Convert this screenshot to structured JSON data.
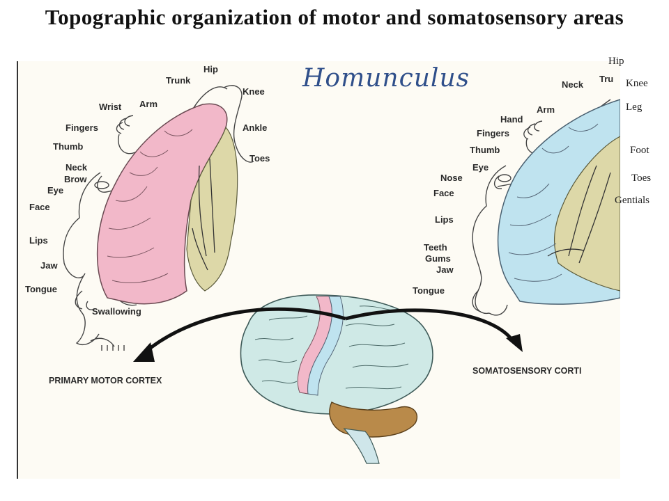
{
  "title": "Topographic organization of motor and somatosensory areas",
  "handwritten_title": "Homunculus",
  "motor_labels": {
    "hip": "Hip",
    "trunk": "Trunk",
    "knee": "Knee",
    "arm": "Arm",
    "wrist": "Wrist",
    "ankle": "Ankle",
    "fingers": "Fingers",
    "thumb": "Thumb",
    "toes": "Toes",
    "neck": "Neck",
    "brow": "Brow",
    "eye": "Eye",
    "face": "Face",
    "lips": "Lips",
    "jaw": "Jaw",
    "tongue": "Tongue",
    "swallowing": "Swallowing"
  },
  "sensory_labels": {
    "neck": "Neck",
    "trunk": "Tru",
    "arm": "Arm",
    "hand": "Hand",
    "fingers": "Fingers",
    "thumb": "Thumb",
    "eye": "Eye",
    "nose": "Nose",
    "face": "Face",
    "lips": "Lips",
    "teeth": "Teeth",
    "gums": "Gums",
    "jaw": "Jaw",
    "tongue": "Tongue"
  },
  "captions": {
    "motor": "PRIMARY MOTOR CORTEX",
    "sensory": "SOMATOSENSORY CORTI"
  },
  "side_labels": {
    "hip": "Hip",
    "knee": "Knee",
    "leg": "Leg",
    "foot": "Foot",
    "toes": "Toes",
    "genitals": "Gentials"
  },
  "colors": {
    "motor_cortex": "#f2b8c9",
    "sensory_cortex": "#bfe3ef",
    "white_matter": "#ddd8a8",
    "brain": "#cfe9e6",
    "cerebellum": "#b98a4a"
  }
}
